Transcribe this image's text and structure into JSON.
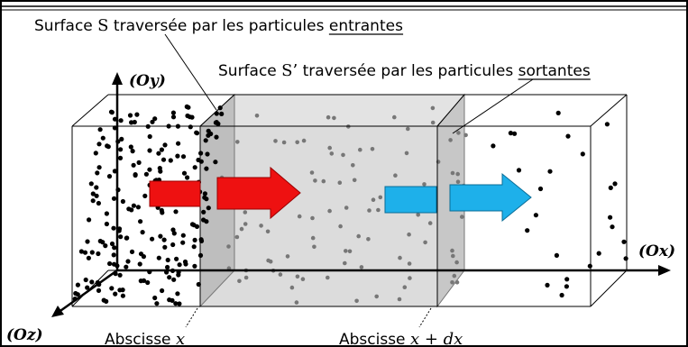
{
  "labels": {
    "surface_s": {
      "prefix": "Surface ",
      "symbol": "S",
      "middle": " traversée par les particules ",
      "underlined": "entrantes"
    },
    "surface_s_prime": {
      "prefix": "Surface ",
      "symbol": "S’",
      "middle": " traversée par les particules ",
      "underlined": "sortantes"
    },
    "abscisse_x": {
      "word": "Abscisse ",
      "var": "x"
    },
    "abscisse_x_dx": {
      "word": "Abscisse ",
      "var": "x",
      "op": " + ",
      "dvar": "dx"
    }
  },
  "axes": {
    "y": "(Oy)",
    "x": "(Ox)",
    "z": "(Oz)"
  },
  "colors": {
    "red_arrow": "#ee1111",
    "blue_arrow": "#1eb0ea",
    "slab_fill": "#dcdcdc",
    "surface_fill": "#b4b4b4",
    "dot_dense": "#000000",
    "dot_grey": "#777777"
  },
  "particles": {
    "left_density": "high",
    "middle_density": "medium",
    "right_density": "low"
  }
}
